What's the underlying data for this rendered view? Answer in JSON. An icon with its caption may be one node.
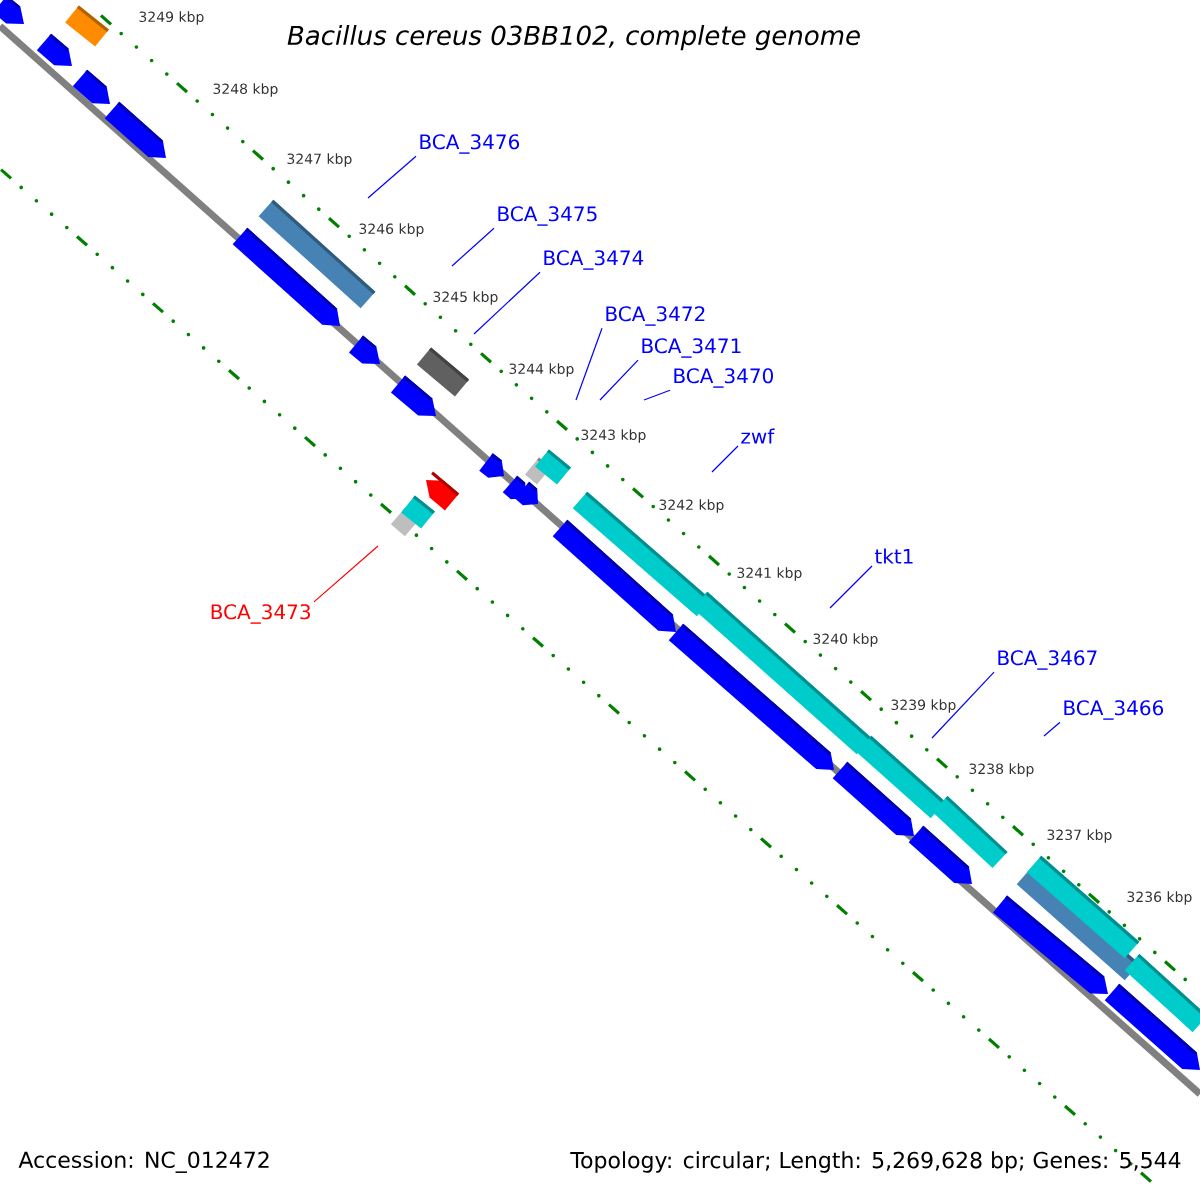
{
  "diagram": {
    "title": "Bacillus cereus 03BB102, complete genome",
    "nodes": [
      {
        "text": [
          "BCA_3476"
        ]
      },
      {
        "text": [
          "BCA_3475"
        ]
      },
      {
        "text": [
          "BCA_3474"
        ]
      },
      {
        "text": [
          "BCA_3472"
        ]
      },
      {
        "text": [
          "BCA_3471"
        ]
      },
      {
        "text": [
          "BCA_3470"
        ]
      },
      {
        "text": [
          "zwf"
        ]
      },
      {
        "text": [
          "tkt1"
        ]
      },
      {
        "text": [
          "BCA_3473"
        ]
      },
      {
        "text": [
          "BCA_3467"
        ]
      },
      {
        "text": [
          "BCA_3466"
        ]
      }
    ],
    "edges": [
      {
        "from": 0,
        "to": null,
        "arrow": "none"
      },
      {
        "from": 1,
        "to": null,
        "arrow": "none"
      },
      {
        "from": 2,
        "to": null,
        "arrow": "none"
      },
      {
        "from": 3,
        "to": null,
        "arrow": "none"
      },
      {
        "from": 4,
        "to": null,
        "arrow": "none"
      },
      {
        "from": 5,
        "to": null,
        "arrow": "none"
      },
      {
        "from": 6,
        "to": null,
        "arrow": "none"
      },
      {
        "from": 7,
        "to": null,
        "arrow": "none"
      },
      {
        "from": 8,
        "to": null,
        "arrow": "none",
        "color": "#ff0000"
      },
      {
        "from": 9,
        "to": null,
        "arrow": "none"
      },
      {
        "from": 10,
        "to": null,
        "arrow": "none"
      }
    ],
    "labels": [
      "3249 kbp",
      "3248 kbp",
      "3247 kbp",
      "3246 kbp",
      "3245 kbp",
      "3244 kbp",
      "3243 kbp",
      "3242 kbp",
      "3241 kbp",
      "3240 kbp",
      "3239 kbp",
      "3238 kbp",
      "3237 kbp",
      "3236 kbp",
      "Accession: NC_012472",
      "Topology: circular; Length: 5,269,628 bp; Genes: 5,544"
    ]
  }
}
